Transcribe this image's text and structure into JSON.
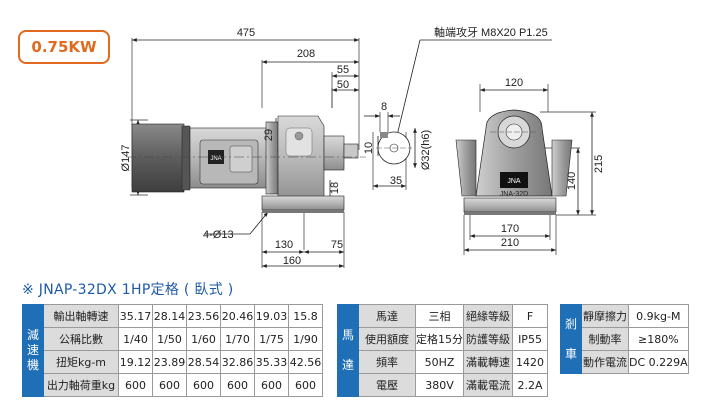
{
  "badge": {
    "power": "0.75KW"
  },
  "drawing": {
    "side_view": {
      "dim_overall_length": "475",
      "dim_gearbox_length": "208",
      "dim_shaft_55": "55",
      "dim_shaft_50": "50",
      "dim_motor_diameter": "Ø147",
      "dim_29": "29",
      "dim_18": "18",
      "dim_mount_holes": "4-Ø13",
      "dim_130": "130",
      "dim_75": "75",
      "dim_160": "160"
    },
    "shaft_detail": {
      "thread_note": "軸端攻牙 M8X20 P1.25",
      "dim_key_width": "8",
      "dim_key_height": "10",
      "dim_shaft_diameter": "Ø32(h6)",
      "dim_35": "35"
    },
    "front_view": {
      "dim_120": "120",
      "dim_140": "140",
      "dim_215": "215",
      "dim_170": "170",
      "dim_210": "210",
      "logo_model": "JNA-32D"
    }
  },
  "specs": {
    "heading": "※ JNAP-32DX 1HP定格 ( 臥式 )",
    "reducer": {
      "group_label": [
        "減",
        "速",
        "機"
      ],
      "rows": [
        {
          "label": "輸出軸轉速",
          "values": [
            "35.17",
            "28.14",
            "23.56",
            "20.46",
            "19.03",
            "15.8"
          ]
        },
        {
          "label": "公稱比數",
          "values": [
            "1/40",
            "1/50",
            "1/60",
            "1/70",
            "1/75",
            "1/90"
          ]
        },
        {
          "label": "扭矩kg-m",
          "values": [
            "19.12",
            "23.89",
            "28.54",
            "32.86",
            "35.33",
            "42.56"
          ]
        },
        {
          "label": "出力軸荷重kg",
          "values": [
            "600",
            "600",
            "600",
            "600",
            "600",
            "600"
          ]
        }
      ]
    },
    "motor": {
      "group_label": [
        "馬",
        "達"
      ],
      "rows": [
        [
          "馬達",
          "三相",
          "絕緣等級",
          "F"
        ],
        [
          "使用額度",
          "定格15分",
          "防護等級",
          "IP55"
        ],
        [
          "頻率",
          "50HZ",
          "滿載轉速",
          "1420"
        ],
        [
          "電壓",
          "380V",
          "滿載電流",
          "2.2A"
        ]
      ]
    },
    "brake": {
      "group_label": [
        "剎",
        "車"
      ],
      "rows": [
        [
          "靜摩擦力",
          "0.9kg-M"
        ],
        [
          "制動率",
          "≥180%"
        ],
        [
          "動作電流",
          "DC 0.229A"
        ]
      ]
    }
  }
}
